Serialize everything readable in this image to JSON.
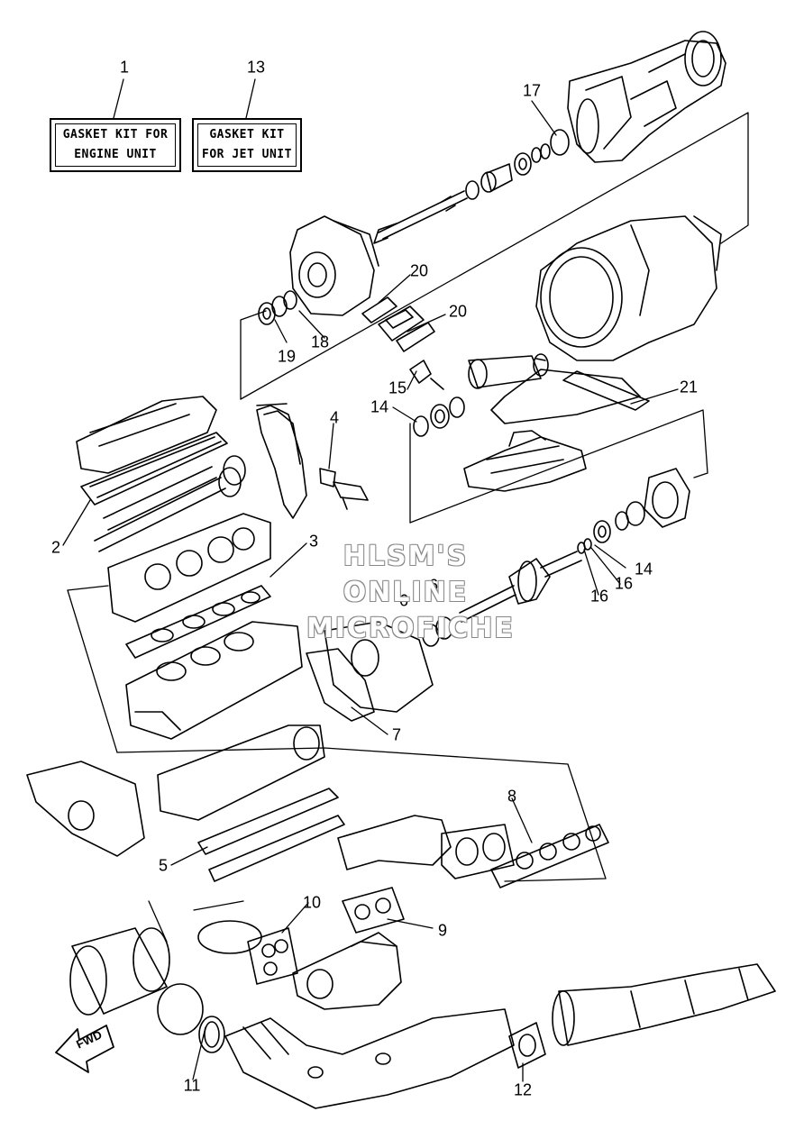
{
  "kits": [
    {
      "number": "1",
      "line1": "GASKET KIT FOR",
      "line2": "ENGINE UNIT"
    },
    {
      "number": "13",
      "line1": "GASKET KIT",
      "line2": "FOR JET UNIT"
    }
  ],
  "callouts": [
    "17",
    "20",
    "20",
    "19",
    "18",
    "4",
    "15",
    "14",
    "21",
    "2",
    "3",
    "6",
    "6",
    "14",
    "16",
    "16",
    "7",
    "8",
    "5",
    "10",
    "9",
    "11",
    "12"
  ],
  "watermark": [
    "HLSM'S",
    "ONLINE",
    "MICROFICHE"
  ],
  "fwd_label": "FWD"
}
